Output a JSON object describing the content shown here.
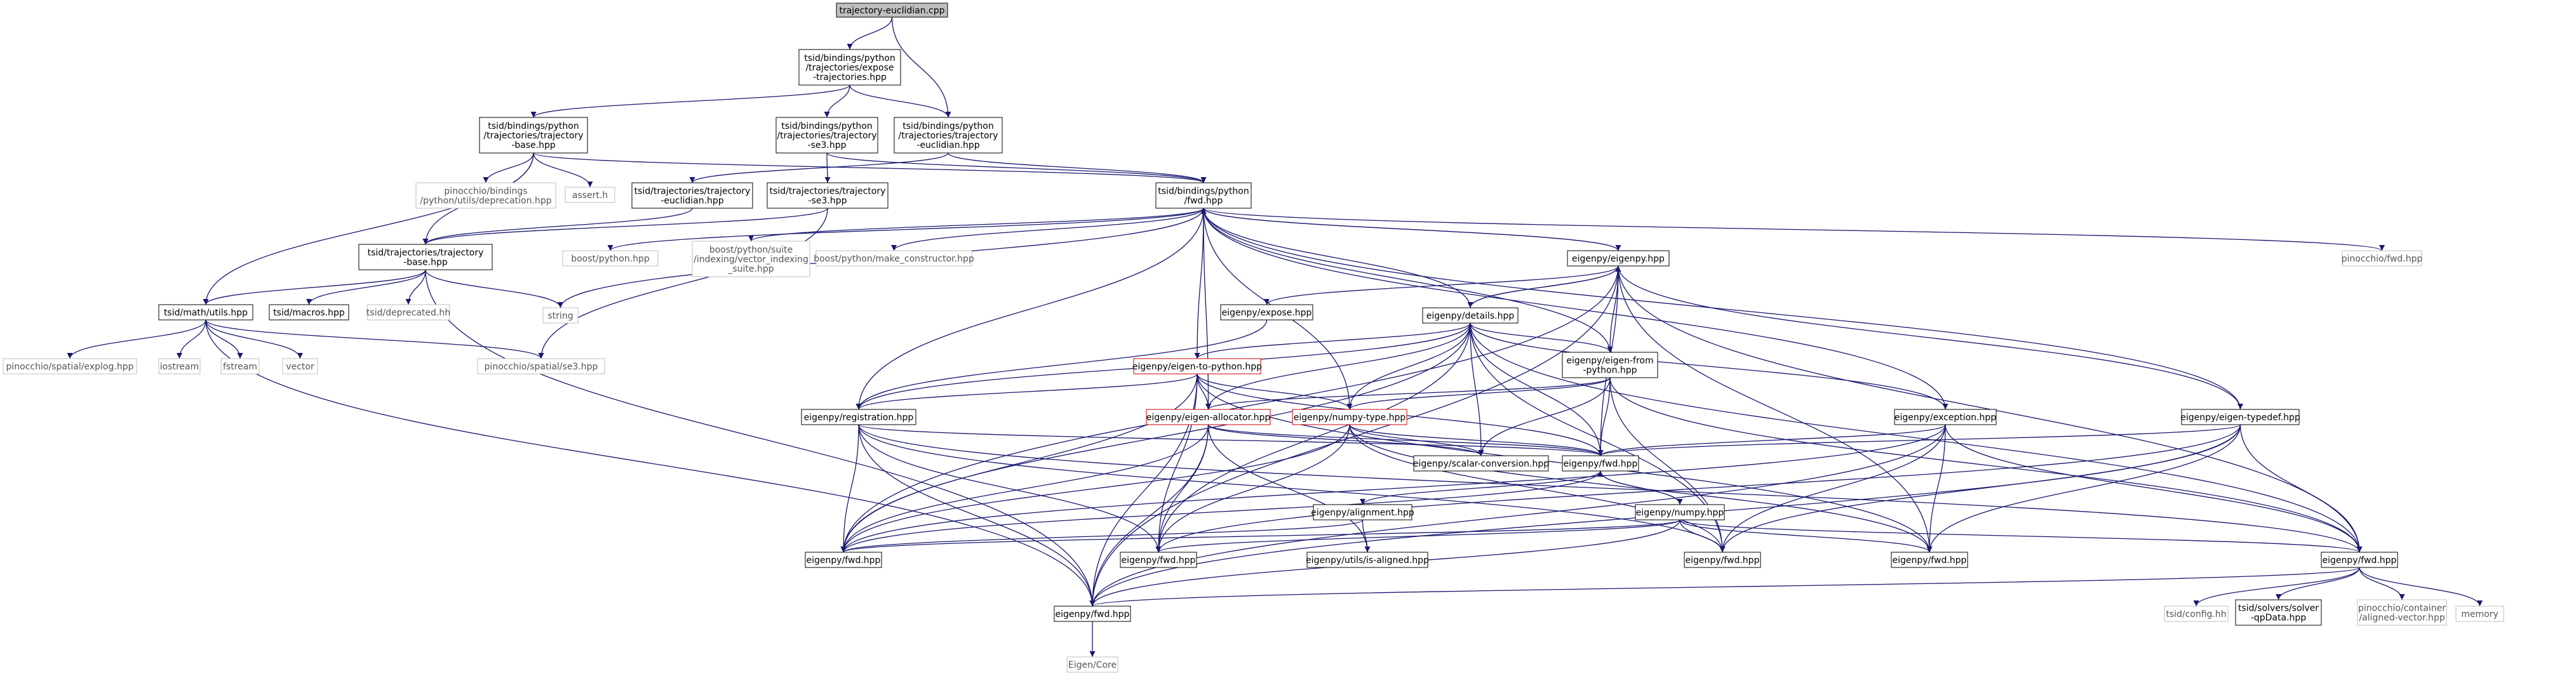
{
  "colors": {
    "edge": "#191970",
    "node_border": "#000000",
    "node_border_missing": "#bfbfbf",
    "node_border_red": "#cc0000",
    "root_fill": "#bfbfbf",
    "text": "#000000",
    "text_missing": "#555555"
  },
  "nodes": [
    {
      "id": "root",
      "lines": [
        "trajectory-euclidian.cpp"
      ],
      "style": "root"
    },
    {
      "id": "expose",
      "lines": [
        "tsid/bindings/python",
        "/trajectories/expose",
        "-trajectories.hpp"
      ]
    },
    {
      "id": "pybase",
      "lines": [
        "tsid/bindings/python",
        "/trajectories/trajectory",
        "-base.hpp"
      ]
    },
    {
      "id": "pyse3",
      "lines": [
        "tsid/bindings/python",
        "/trajectories/trajectory",
        "-se3.hpp"
      ]
    },
    {
      "id": "pyeuc",
      "lines": [
        "tsid/bindings/python",
        "/trajectories/trajectory",
        "-euclidian.hpp"
      ]
    },
    {
      "id": "pindep",
      "lines": [
        "pinocchio/bindings",
        "/python/utils/deprecation.hpp"
      ],
      "style": "missing"
    },
    {
      "id": "asserth",
      "lines": [
        "assert.h"
      ],
      "style": "missing"
    },
    {
      "id": "tseuc",
      "lines": [
        "tsid/trajectories/trajectory",
        "-euclidian.hpp"
      ]
    },
    {
      "id": "tsse3",
      "lines": [
        "tsid/trajectories/trajectory",
        "-se3.hpp"
      ]
    },
    {
      "id": "pyfwd",
      "lines": [
        "tsid/bindings/python",
        "/fwd.hpp"
      ]
    },
    {
      "id": "pinfwd",
      "lines": [
        "pinocchio/fwd.hpp"
      ],
      "style": "missing"
    },
    {
      "id": "tsbase",
      "lines": [
        "tsid/trajectories/trajectory",
        "-base.hpp"
      ]
    },
    {
      "id": "bpy",
      "lines": [
        "boost/python.hpp"
      ],
      "style": "missing"
    },
    {
      "id": "bvec",
      "lines": [
        "boost/python/suite",
        "/indexing/vector_indexing",
        "_suite.hpp"
      ],
      "style": "missing"
    },
    {
      "id": "bmake",
      "lines": [
        "boost/python/make_constructor.hpp"
      ],
      "style": "missing"
    },
    {
      "id": "eigenpy",
      "lines": [
        "eigenpy/eigenpy.hpp"
      ]
    },
    {
      "id": "mutils",
      "lines": [
        "tsid/math/utils.hpp"
      ]
    },
    {
      "id": "macros",
      "lines": [
        "tsid/macros.hpp"
      ]
    },
    {
      "id": "deprec",
      "lines": [
        "tsid/deprecated.hh"
      ],
      "style": "missing"
    },
    {
      "id": "string",
      "lines": [
        "string"
      ],
      "style": "missing"
    },
    {
      "id": "pexp",
      "lines": [
        "pinocchio/spatial/explog.hpp"
      ],
      "style": "missing"
    },
    {
      "id": "iostream",
      "lines": [
        "iostream"
      ],
      "style": "missing"
    },
    {
      "id": "fstream",
      "lines": [
        "fstream"
      ],
      "style": "missing"
    },
    {
      "id": "vector",
      "lines": [
        "vector"
      ],
      "style": "missing"
    },
    {
      "id": "pse3",
      "lines": [
        "pinocchio/spatial/se3.hpp"
      ],
      "style": "missing"
    },
    {
      "id": "eexpose",
      "lines": [
        "eigenpy/expose.hpp"
      ]
    },
    {
      "id": "details",
      "lines": [
        "eigenpy/details.hpp"
      ]
    },
    {
      "id": "e2py",
      "lines": [
        "eigenpy/eigen-to-python.hpp"
      ],
      "style": "red"
    },
    {
      "id": "efrom",
      "lines": [
        "eigenpy/eigen-from",
        "-python.hpp"
      ]
    },
    {
      "id": "reg",
      "lines": [
        "eigenpy/registration.hpp"
      ]
    },
    {
      "id": "ealloc",
      "lines": [
        "eigenpy/eigen-allocator.hpp"
      ],
      "style": "red"
    },
    {
      "id": "nptype",
      "lines": [
        "eigenpy/numpy-type.hpp"
      ],
      "style": "red"
    },
    {
      "id": "exc",
      "lines": [
        "eigenpy/exception.hpp"
      ]
    },
    {
      "id": "etypedef",
      "lines": [
        "eigenpy/eigen-typedef.hpp"
      ]
    },
    {
      "id": "scalar",
      "lines": [
        "eigenpy/scalar-conversion.hpp"
      ]
    },
    {
      "id": "efwdc",
      "lines": [
        "eigenpy/fwd.hpp"
      ]
    },
    {
      "id": "align",
      "lines": [
        "eigenpy/alignment.hpp"
      ]
    },
    {
      "id": "numpy",
      "lines": [
        "eigenpy/numpy.hpp"
      ]
    },
    {
      "id": "efwd1",
      "lines": [
        "eigenpy/fwd.hpp"
      ]
    },
    {
      "id": "efwd2",
      "lines": [
        "eigenpy/fwd.hpp"
      ]
    },
    {
      "id": "isal",
      "lines": [
        "eigenpy/utils/is-aligned.hpp"
      ]
    },
    {
      "id": "efwd3",
      "lines": [
        "eigenpy/fwd.hpp"
      ]
    },
    {
      "id": "efwd4",
      "lines": [
        "eigenpy/fwd.hpp"
      ]
    },
    {
      "id": "efwd5",
      "lines": [
        "eigenpy/fwd.hpp"
      ]
    },
    {
      "id": "efwd6",
      "lines": [
        "eigenpy/fwd.hpp"
      ]
    },
    {
      "id": "ecore",
      "lines": [
        "Eigen/Core"
      ],
      "style": "missing"
    },
    {
      "id": "tsconf",
      "lines": [
        "tsid/config.hh"
      ],
      "style": "missing"
    },
    {
      "id": "qpdata",
      "lines": [
        "tsid/solvers/solver",
        "-qpData.hpp"
      ]
    },
    {
      "id": "pinaligned",
      "lines": [
        "pinocchio/container",
        "/aligned-vector.hpp"
      ],
      "style": "missing"
    },
    {
      "id": "memory",
      "lines": [
        "memory"
      ],
      "style": "missing"
    }
  ]
}
